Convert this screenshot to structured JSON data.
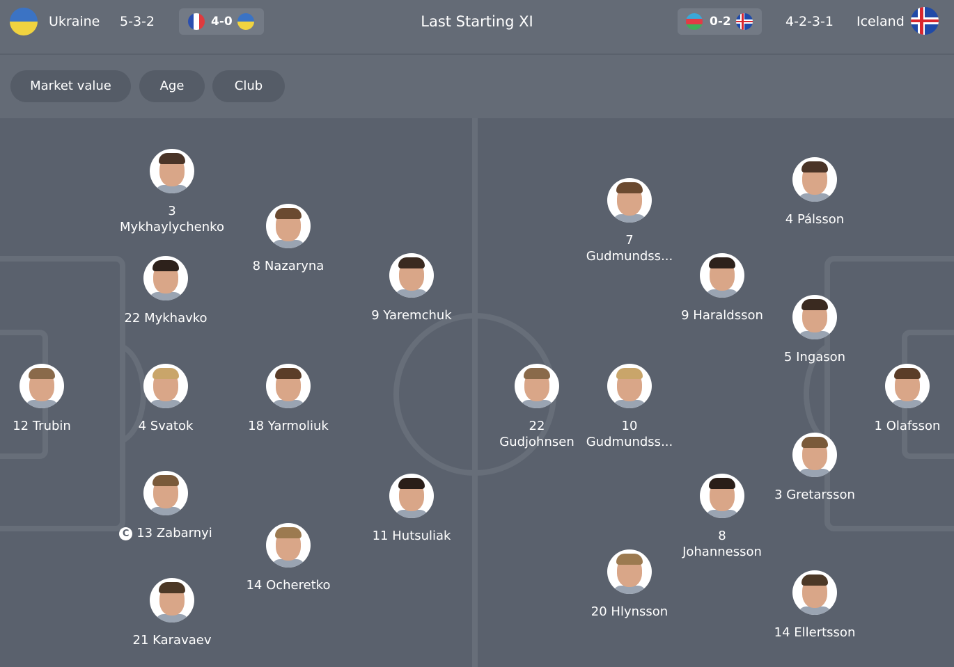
{
  "header": {
    "title": "Last Starting XI",
    "home": {
      "team": "Ukraine",
      "formation": "5-3-2",
      "last_result": "4-0",
      "flag_colors": [
        "#3b73c4",
        "#f0d340"
      ]
    },
    "away": {
      "team": "Iceland",
      "formation": "4-2-3-1",
      "last_result": "0-2",
      "flag_colors": [
        "#1f4aa8",
        "#ffffff",
        "#d8262e"
      ]
    }
  },
  "filters": [
    "Market value",
    "Age",
    "Club"
  ],
  "home_players": [
    {
      "label": "3\nMykhaylychenko"
    },
    {
      "label": "8 Nazaryna"
    },
    {
      "label": "22 Mykhavko"
    },
    {
      "label": "9 Yaremchuk"
    },
    {
      "label": "12 Trubin"
    },
    {
      "label": "4 Svatok"
    },
    {
      "label": "18 Yarmoliuk"
    },
    {
      "label": "13 Zabarnyi",
      "captain": true,
      "captain_mark": "C"
    },
    {
      "label": "11 Hutsuliak"
    },
    {
      "label": "14 Ocheretko"
    },
    {
      "label": "21 Karavaev"
    }
  ],
  "away_players": [
    {
      "label": "4 Pálsson"
    },
    {
      "label": "7\nGudmundss..."
    },
    {
      "label": "9 Haraldsson"
    },
    {
      "label": "5 Ingason"
    },
    {
      "label": "22\nGudjohnsen"
    },
    {
      "label": "10\nGudmundss..."
    },
    {
      "label": "1 Olafsson"
    },
    {
      "label": "3 Gretarsson"
    },
    {
      "label": "8\nJohannesson"
    },
    {
      "label": "20 Hlynsson"
    },
    {
      "label": "14 Ellertsson"
    }
  ],
  "colors": {
    "background": "#5a616d",
    "bar": "#646b76",
    "pill": "#555c67",
    "pitch_lines": "#676e79"
  }
}
